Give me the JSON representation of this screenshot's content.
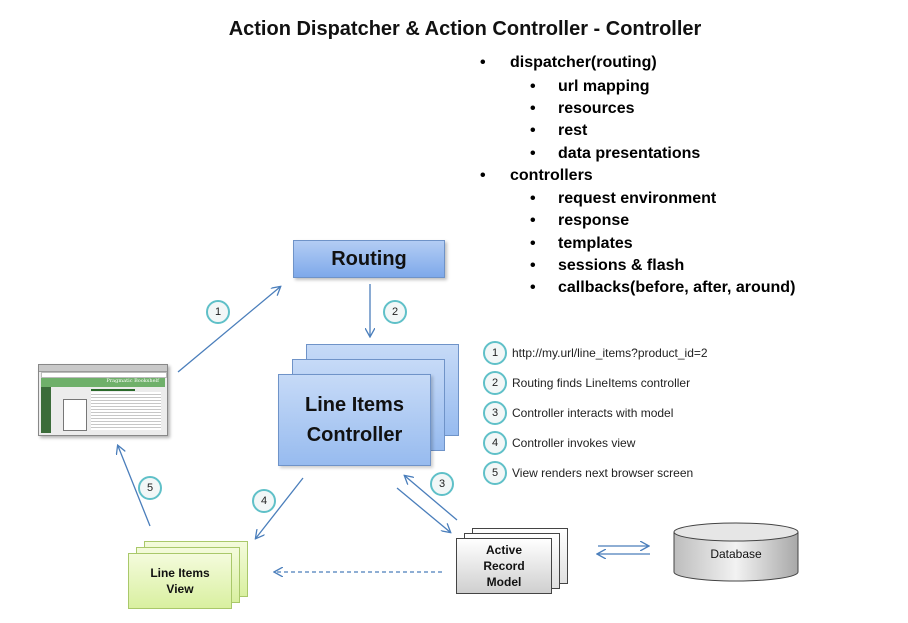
{
  "title": "Action Dispatcher & Action Controller - Controller",
  "bullets": {
    "dispatcher": {
      "label": "dispatcher(routing)",
      "items": [
        "url mapping",
        "resources",
        "rest",
        "data presentations"
      ]
    },
    "controllers": {
      "label": "controllers",
      "items": [
        "request environment",
        "response",
        "templates",
        "sessions & flash",
        "callbacks(before, after, around)"
      ]
    }
  },
  "nodes": {
    "routing": "Routing",
    "line_items_controller": [
      "Line Items",
      "Controller"
    ],
    "line_items_view": [
      "Line Items",
      "View"
    ],
    "active_record_model": [
      "Active",
      "Record",
      "Model"
    ],
    "database": "Database",
    "browser_header": "Pragmatic Bookshelf"
  },
  "step_markers": [
    "1",
    "2",
    "3",
    "4",
    "5"
  ],
  "legend": [
    {
      "num": "1",
      "text": "http://my.url/line_items?product_id=2"
    },
    {
      "num": "2",
      "text": "Routing finds LineItems controller"
    },
    {
      "num": "3",
      "text": "Controller interacts with model"
    },
    {
      "num": "4",
      "text": "Controller invokes view"
    },
    {
      "num": "5",
      "text": "View renders next browser screen"
    }
  ],
  "colors": {
    "arrow": "#4a7ebb",
    "marker_border": "#5fc0c8",
    "routing_fill": "#8fb4ec",
    "view_fill": "#e4f5b8"
  }
}
